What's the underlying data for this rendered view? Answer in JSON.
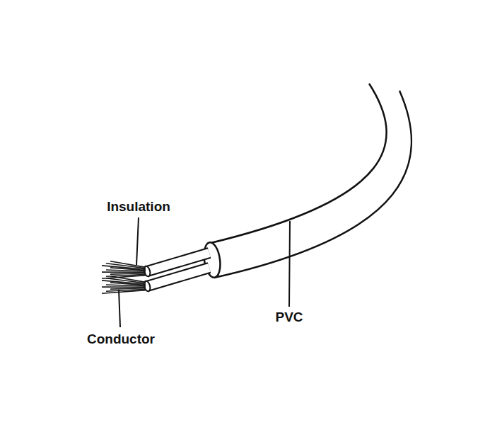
{
  "diagram": {
    "labels": [
      "Insulation",
      "Conductor",
      "PVC"
    ]
  }
}
